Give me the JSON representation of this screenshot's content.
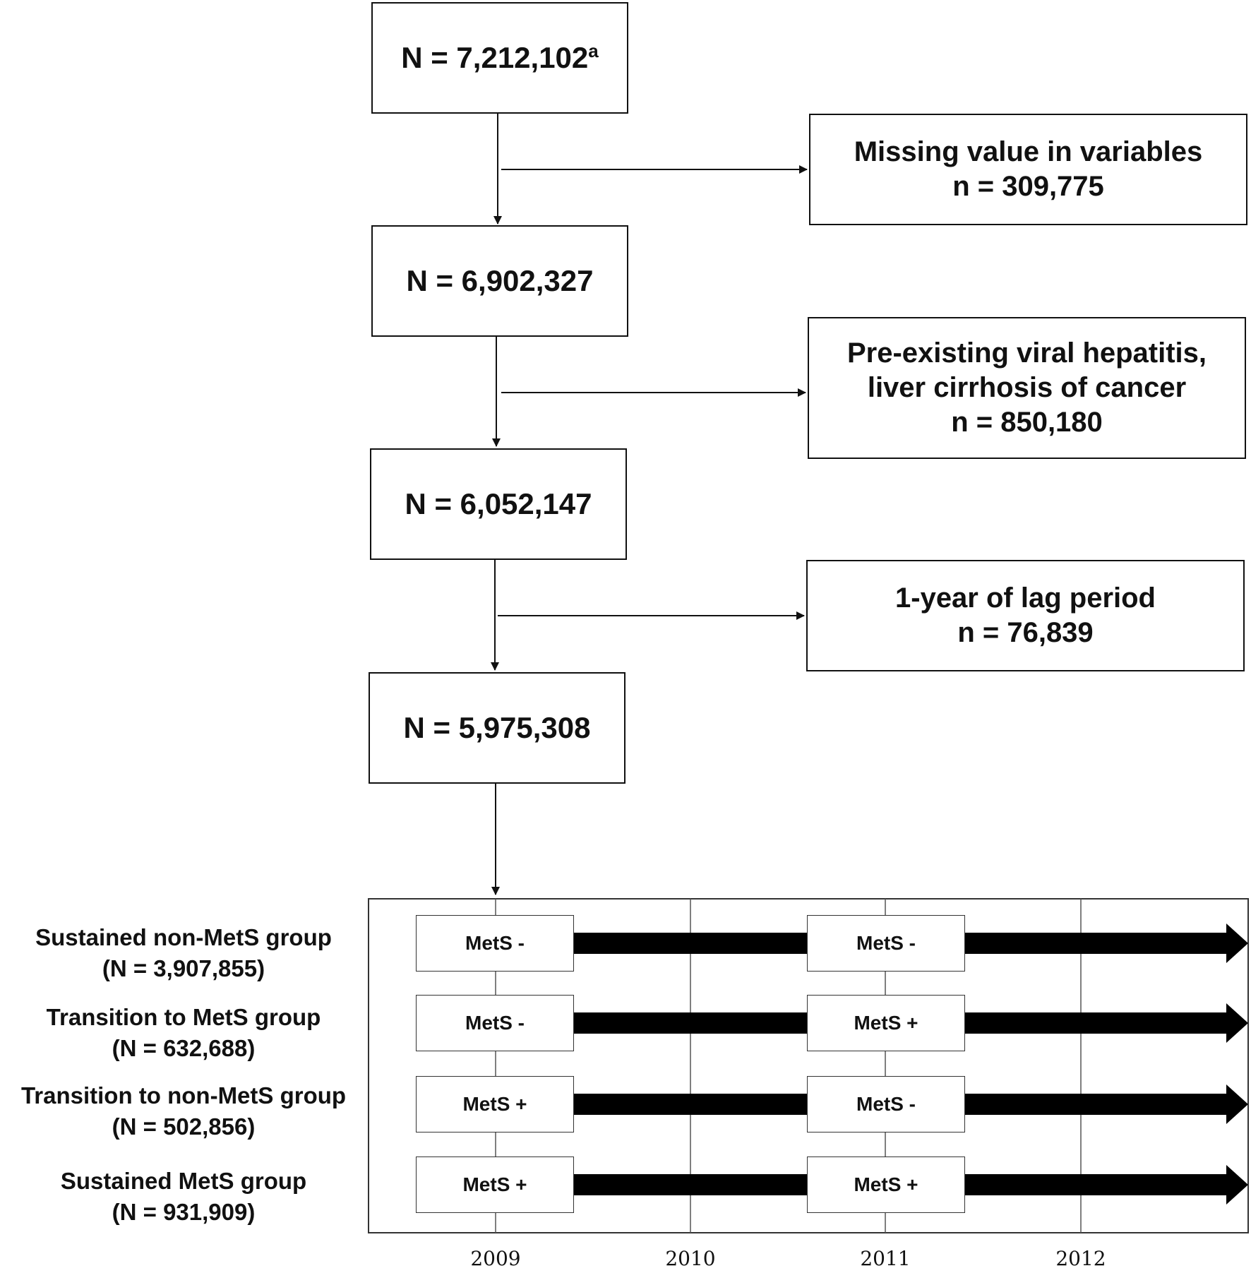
{
  "flowchart": {
    "boxes": [
      {
        "main": "N = 7,212,102",
        "sup": "a"
      },
      {
        "main": "N = 6,902,327"
      },
      {
        "main": "N = 6,052,147"
      },
      {
        "main": "N = 5,975,308"
      }
    ],
    "exclusions": [
      {
        "lines": [
          "Missing value in variables",
          "n = 309,775"
        ]
      },
      {
        "lines": [
          "Pre-existing viral hepatitis,",
          "liver cirrhosis of cancer",
          "n = 850,180"
        ]
      },
      {
        "lines": [
          "1-year of lag period",
          "n = 76,839"
        ]
      }
    ]
  },
  "timeline": {
    "years": [
      "2009",
      "2010",
      "2011",
      "2012"
    ],
    "groups": [
      {
        "name": "Sustained non-MetS group",
        "count": "(N = 3,907,855)",
        "state_2009": "MetS -",
        "state_2011": "MetS -"
      },
      {
        "name": "Transition to MetS group",
        "count": "(N = 632,688)",
        "state_2009": "MetS -",
        "state_2011": "MetS +"
      },
      {
        "name": "Transition to non-MetS group",
        "count": "(N = 502,856)",
        "state_2009": "MetS +",
        "state_2011": "MetS -"
      },
      {
        "name": "Sustained MetS group",
        "count": "(N = 931,909)",
        "state_2009": "MetS +",
        "state_2011": "MetS +"
      }
    ]
  }
}
